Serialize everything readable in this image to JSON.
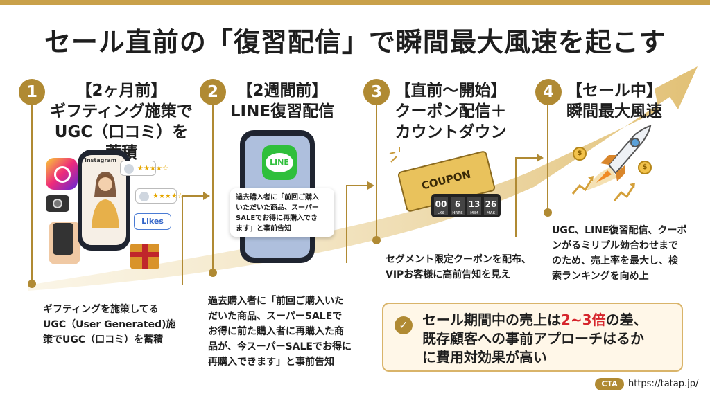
{
  "title": "セール直前の「復習配信」で瞬間最大風速を起こす",
  "steps": [
    {
      "num": "1",
      "head_l1": "【2ヶ月前】",
      "head_l2": "ギフティング施策で",
      "head_l3": "UGC（口コミ）を蓄積",
      "desc_l1": "ギフティングを施策してる",
      "desc_l2": "UGC（User Generated)施",
      "desc_l3": "策でUGC（口コミ）を蓄積"
    },
    {
      "num": "2",
      "head_l1": "【2週間前】",
      "head_l2": "LINE復習配信",
      "desc_l1": "過去購入者に「前回ご購入いた",
      "desc_l2": "だいた商品、スーパーSALEで",
      "desc_l3": "お得に前た購入者に再購入た商",
      "desc_l4": "品が、今スーパーSALEでお得に",
      "desc_l5": "再購入できます」と事前告知"
    },
    {
      "num": "3",
      "head_l1": "【直前〜開始】",
      "head_l2": "クーポン配信＋",
      "head_l3": "カウントダウン",
      "desc_l1": "セグメント限定クーポンを配布、",
      "desc_l2": "VIPお客様に高前告知を見え"
    },
    {
      "num": "4",
      "head_l1": "【セール中】",
      "head_l2": "瞬間最大風速",
      "desc_l1": "UGC、LINE復習配信、クーポ",
      "desc_l2": "ンがるミリプル効合わせまで",
      "desc_l3": "のため、売上率を最大し、検",
      "desc_l4": "索ランキングを向め上"
    }
  ],
  "illus1": {
    "app_label": "Instagram",
    "likes_label": "Likes",
    "stars": "★★★★☆"
  },
  "illus2": {
    "line_label": "LINE",
    "bubble_l1": "過去購入者に「前回ご購入",
    "bubble_l2": "いただいた商品、スーパー",
    "bubble_l3": "SALEでお得に再購入でき",
    "bubble_l4": "ます」と事前告知"
  },
  "illus3": {
    "coupon_label": "COUPON",
    "timer": [
      {
        "v": "00",
        "u": "LKS"
      },
      {
        "v": "6",
        "u": "HRRS"
      },
      {
        "v": "13",
        "u": "MIM"
      },
      {
        "v": "26",
        "u": "MAS"
      }
    ]
  },
  "illus4": {
    "coin_label": "$"
  },
  "callout": {
    "check_icon": "✓",
    "l1_a": "セール期間中の売上は",
    "l1_b": "2~3倍",
    "l1_c": "の差、",
    "l2": "既存顧客への事前アプローチはるか",
    "l3": "に費用対効果が高い"
  },
  "footer": {
    "cta": "CTA",
    "url": "https://tatap.jp/"
  },
  "colors": {
    "accent": "#b08a33",
    "highlight": "#d6252c",
    "line_green": "#2fbf3b"
  }
}
